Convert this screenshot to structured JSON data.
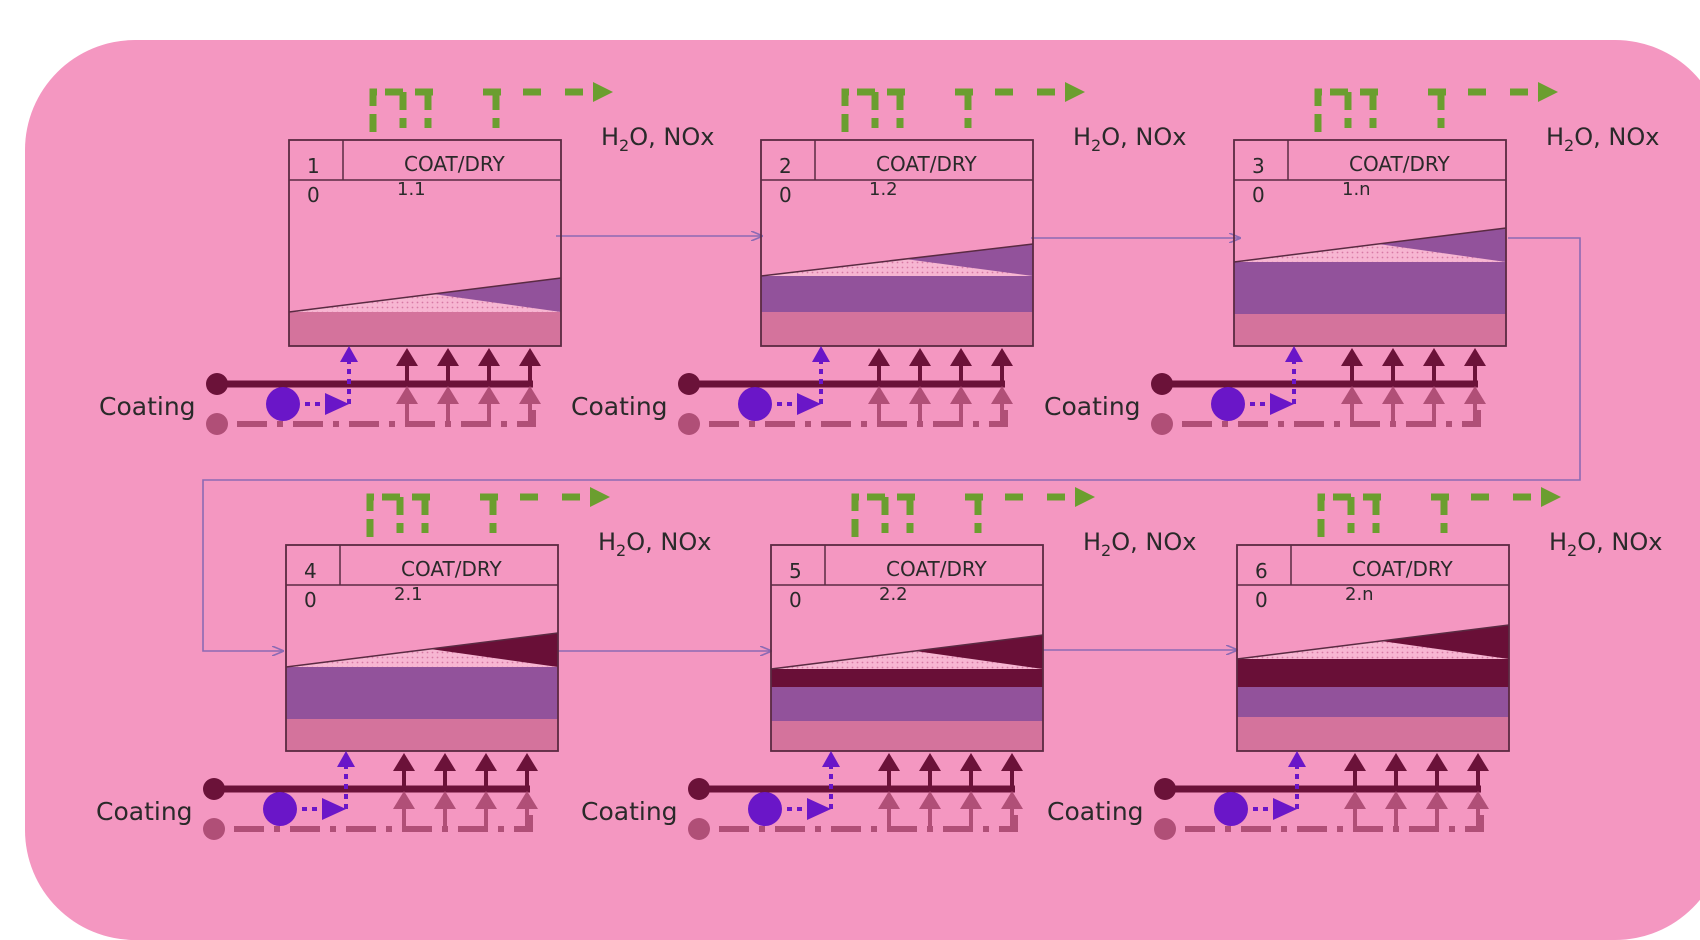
{
  "process": {
    "units": [
      {
        "number": "1",
        "operation": "COAT/DRY",
        "layer_count": "0",
        "code": "1.1",
        "exhaust": "NOx",
        "feed": "Coating",
        "wet_color": "#92529b",
        "layers": [
          "#d4739c"
        ]
      },
      {
        "number": "2",
        "operation": "COAT/DRY",
        "layer_count": "0",
        "code": "1.2",
        "exhaust": "NOx",
        "feed": "Coating",
        "wet_color": "#92529b",
        "layers": [
          "#92529b",
          "#d4739c"
        ]
      },
      {
        "number": "3",
        "operation": "COAT/DRY",
        "layer_count": "0",
        "code": "1.n",
        "exhaust": "NOx",
        "feed": "Coating",
        "wet_color": "#92529b",
        "layers": [
          "#92529b",
          "#d4739c"
        ]
      },
      {
        "number": "4",
        "operation": "COAT/DRY",
        "layer_count": "0",
        "code": "2.1",
        "exhaust": "NOx",
        "feed": "Coating",
        "wet_color": "#690f37",
        "layers": [
          "#92529b",
          "#d4739c"
        ]
      },
      {
        "number": "5",
        "operation": "COAT/DRY",
        "layer_count": "0",
        "code": "2.2",
        "exhaust": "NOx",
        "feed": "Coating",
        "wet_color": "#690f37",
        "layers": [
          "#690f37",
          "#92529b",
          "#d4739c"
        ]
      },
      {
        "number": "6",
        "operation": "COAT/DRY",
        "layer_count": "0",
        "code": "2.n",
        "exhaust": "NOx",
        "feed": "Coating",
        "wet_color": "#690f37",
        "layers": [
          "#690f37",
          "#92529b",
          "#d4739c"
        ]
      }
    ],
    "exhaust_prefix": "H",
    "exhaust_subscript": "2",
    "exhaust_suffix": "O,"
  },
  "colors": {
    "background": "#f497c1",
    "box_line": "#5a2a42",
    "flow_line": "#8c6ab4",
    "exhaust_green": "#6b9e2f",
    "feed_dark": "#6b1239",
    "feed_light": "#b04f77",
    "feed_purple": "#6a16c8",
    "base_layer": "#d4739c",
    "dots": "#e8a6c6"
  }
}
